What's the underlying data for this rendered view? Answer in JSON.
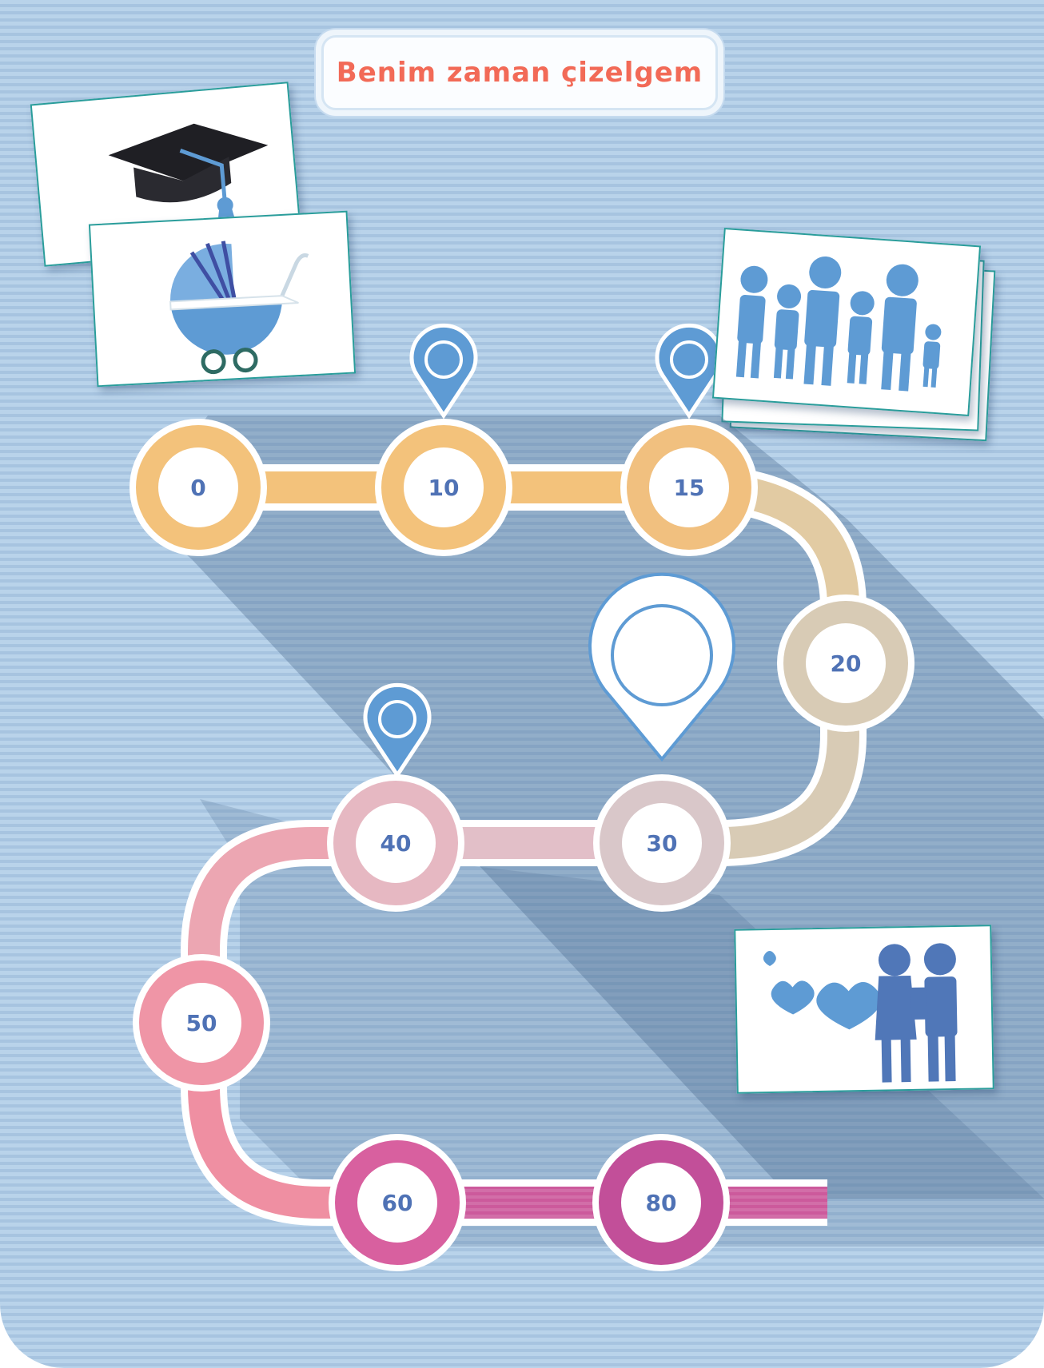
{
  "title": "Benim zaman çizelgem",
  "milestones": [
    "0",
    "10",
    "15",
    "20",
    "30",
    "40",
    "50",
    "60",
    "80"
  ],
  "icons": {
    "graduation": "graduation-cap-icon",
    "stroller": "baby-stroller-icon",
    "family": "family-icon",
    "couple": "couple-with-hearts-icon",
    "pins": "map-pin-icon"
  },
  "colors": {
    "background": "#b9d3ea",
    "title": "#f26a57",
    "labels": "#4f72b5",
    "segment_orange": "#f3c27b",
    "segment_tan": "#d8cbb5",
    "segment_rose": "#e7b3c4",
    "segment_pink": "#ef8fa2",
    "segment_magenta": "#c94f98",
    "icon_blue": "#5e9bd4",
    "card_border": "#2a9d9b"
  }
}
